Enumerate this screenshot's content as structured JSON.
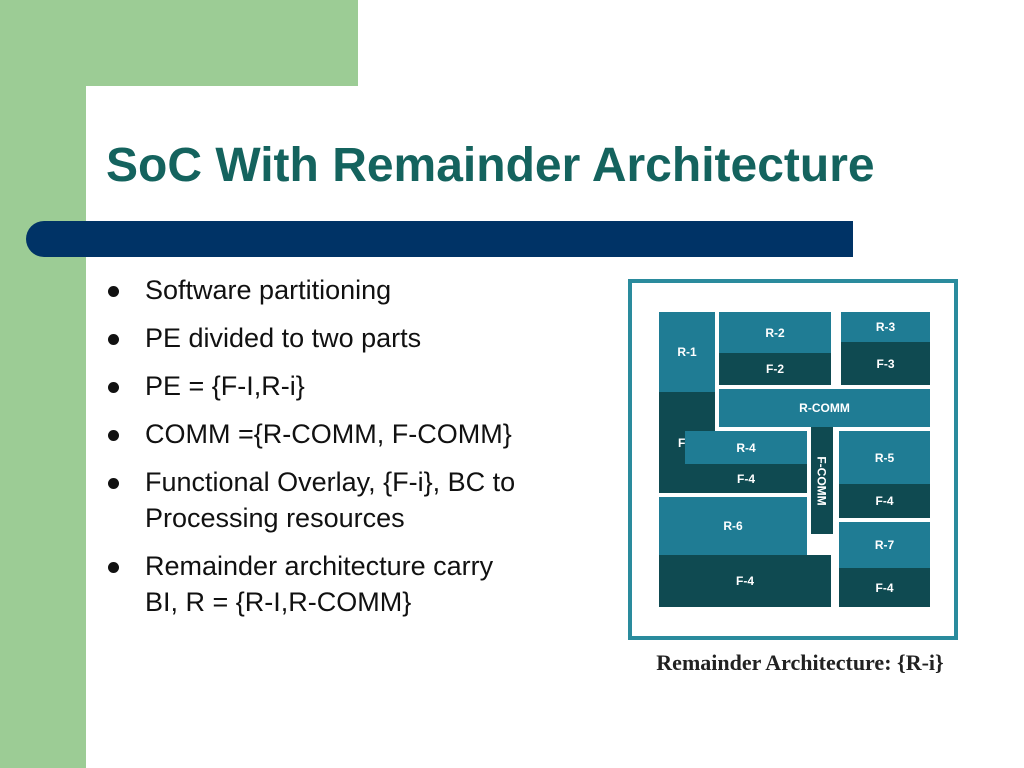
{
  "slide": {
    "title": "SoC With Remainder Architecture",
    "bullets": [
      {
        "line1": "Software partitioning"
      },
      {
        "line1": "PE divided to two parts"
      },
      {
        "line1": "PE = {F-I,R-i}"
      },
      {
        "line1": "COMM ={R-COMM, F-COMM}"
      },
      {
        "line1": "Functional Overlay, {F-i}, BC to",
        "line2": "Processing resources"
      },
      {
        "line1": "Remainder architecture carry",
        "line2": "BI, R = {R-I,R-COMM}"
      }
    ]
  },
  "diagram": {
    "caption": "Remainder Architecture: {R-i}",
    "blocks": {
      "r1": "R-1",
      "f1": "F-1",
      "r2": "R-2",
      "f2": "F-2",
      "r3": "R-3",
      "f3": "F-3",
      "rcomm": "R-COMM",
      "fcomm": "F-COMM",
      "r4": "R-4",
      "f4a": "F-4",
      "r5": "R-5",
      "f4b": "F-4",
      "r6": "R-6",
      "f4c": "F-4",
      "r7": "R-7",
      "f4d": "F-4"
    }
  },
  "colors": {
    "green_band": "#9ccc95",
    "title_teal": "#14635e",
    "navy_rule": "#003366",
    "block_light": "#1f7c94",
    "block_dark": "#0f4a51",
    "frame_border": "#2a8b9d"
  }
}
